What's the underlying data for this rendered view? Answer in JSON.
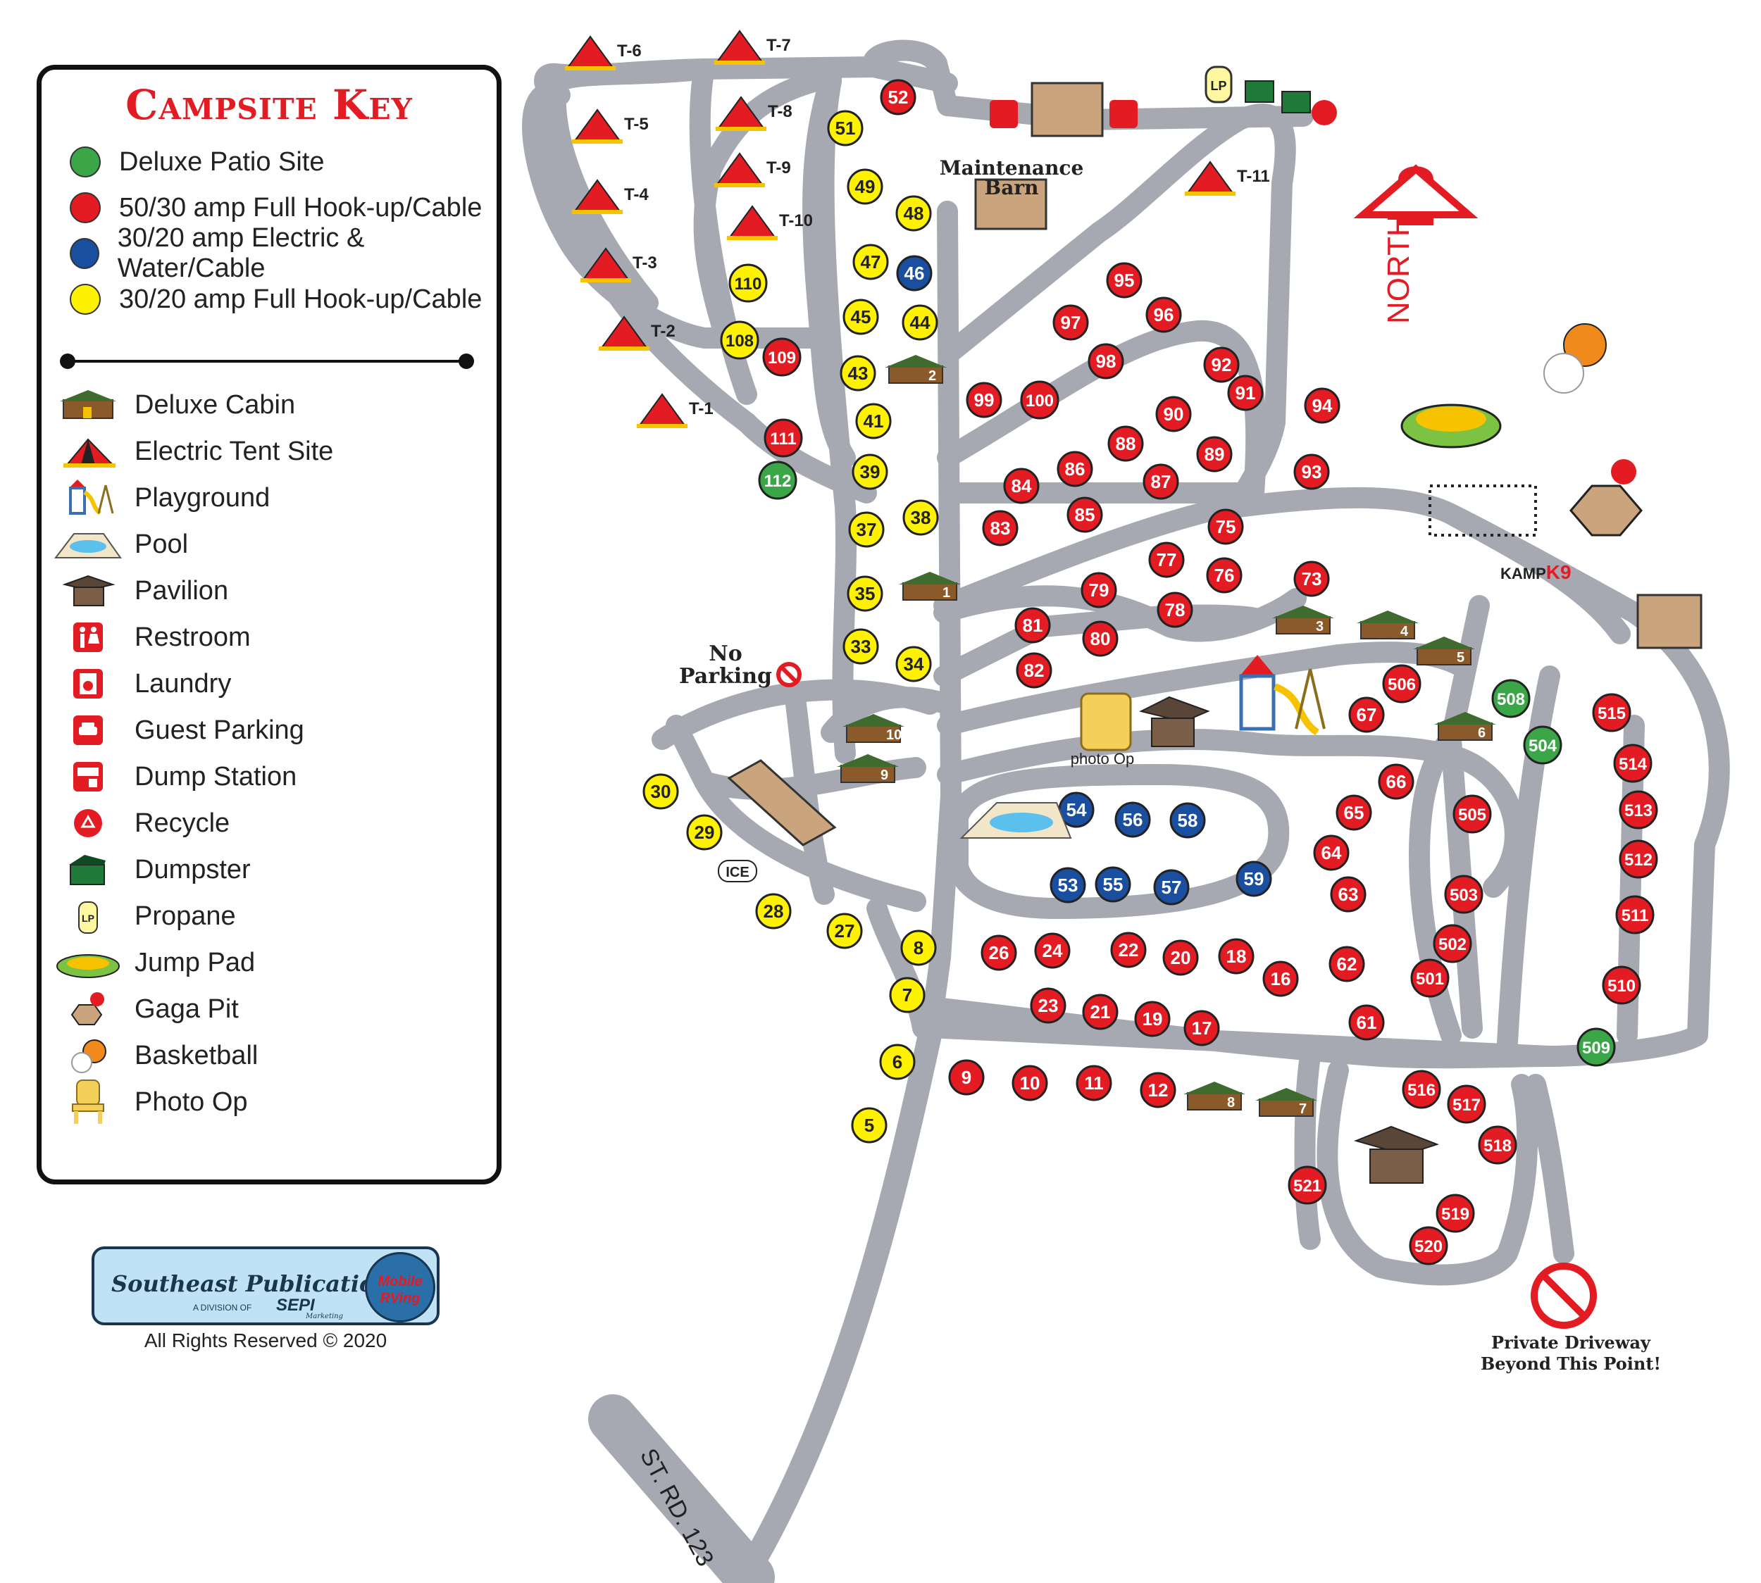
{
  "key": {
    "title": "Campsite Key",
    "site_types": [
      {
        "label": "Deluxe Patio Site",
        "color": "#3aa648"
      },
      {
        "label": "50/30 amp Full Hook-up/Cable",
        "color": "#e31b23"
      },
      {
        "label": "30/20 amp Electric & Water/Cable",
        "color": "#1a4fa0"
      },
      {
        "label": "30/20  amp Full Hook-up/Cable",
        "color": "#fff200"
      }
    ],
    "amenities": [
      {
        "label": "Deluxe Cabin",
        "icon": "cabin-icon"
      },
      {
        "label": "Electric Tent Site",
        "icon": "tent-icon"
      },
      {
        "label": "Playground",
        "icon": "playground-icon"
      },
      {
        "label": "Pool",
        "icon": "pool-icon"
      },
      {
        "label": "Pavilion",
        "icon": "pavilion-icon"
      },
      {
        "label": "Restroom",
        "icon": "restroom-icon"
      },
      {
        "label": "Laundry",
        "icon": "laundry-icon"
      },
      {
        "label": "Guest Parking",
        "icon": "parking-icon"
      },
      {
        "label": "Dump Station",
        "icon": "dump-station-icon"
      },
      {
        "label": "Recycle",
        "icon": "recycle-icon"
      },
      {
        "label": "Dumpster",
        "icon": "dumpster-icon"
      },
      {
        "label": "Propane",
        "icon": "propane-icon"
      },
      {
        "label": "Jump Pad",
        "icon": "jump-pad-icon"
      },
      {
        "label": "Gaga Pit",
        "icon": "gaga-pit-icon"
      },
      {
        "label": "Basketball",
        "icon": "basketball-icon"
      },
      {
        "label": "Photo Op",
        "icon": "photo-op-chair-icon"
      }
    ]
  },
  "publisher": {
    "name": "Southeast Publications",
    "division": "A DIVISION OF",
    "brand": "SEPI",
    "brand_sub": "Marketing",
    "badge_line1": "Mobile",
    "badge_line2": "RVing",
    "rights": "All Rights Reserved © 2020"
  },
  "map_labels": {
    "maintenance_line1": "Maintenance",
    "maintenance_line2": "Barn",
    "north": "NORTH",
    "no_parking_line1": "No",
    "no_parking_line2": "Parking",
    "photo_op": "photo Op",
    "ice": "ICE",
    "kamp_k9": "KAMP",
    "kamp_k9_suffix": "K9",
    "road": "ST. RD. 123",
    "private_line1": "Private Driveway",
    "private_line2": "Beyond This Point!",
    "propane": "LP"
  },
  "colors": {
    "red": "#e31b23",
    "yellow": "#fff200",
    "blue": "#1a4fa0",
    "green": "#3aa648",
    "road": "#a7a9b2"
  },
  "sites_yellow": [
    "51",
    "49",
    "48",
    "47",
    "45",
    "44",
    "43",
    "41",
    "39",
    "37",
    "35",
    "33",
    "34",
    "30",
    "29",
    "28",
    "27",
    "8",
    "7",
    "6",
    "5",
    "110",
    "108",
    "38"
  ],
  "sites_red": [
    "52",
    "109",
    "111",
    "95",
    "96",
    "97",
    "98",
    "92",
    "91",
    "94",
    "99",
    "100",
    "90",
    "88",
    "89",
    "93",
    "86",
    "87",
    "84",
    "85",
    "75",
    "83",
    "77",
    "76",
    "73",
    "79",
    "78",
    "81",
    "80",
    "82",
    "506",
    "67",
    "66",
    "65",
    "64",
    "63",
    "62",
    "61",
    "505",
    "503",
    "502",
    "501",
    "515",
    "514",
    "513",
    "512",
    "511",
    "510",
    "516",
    "517",
    "518",
    "519",
    "520",
    "521",
    "26",
    "24",
    "22",
    "20",
    "18",
    "16",
    "23",
    "21",
    "19",
    "17",
    "9",
    "10",
    "11",
    "12"
  ],
  "sites_blue": [
    "46",
    "54",
    "56",
    "58",
    "53",
    "55",
    "57",
    "59"
  ],
  "sites_green": [
    "112",
    "508",
    "504",
    "509"
  ],
  "tent_labels": [
    "T-1",
    "T-2",
    "T-3",
    "T-4",
    "T-5",
    "T-6",
    "T-7",
    "T-8",
    "T-9",
    "T-10",
    "T-11"
  ],
  "cabin_labels": [
    "1",
    "2",
    "3",
    "4",
    "5",
    "6",
    "7",
    "8",
    "9",
    "10"
  ]
}
